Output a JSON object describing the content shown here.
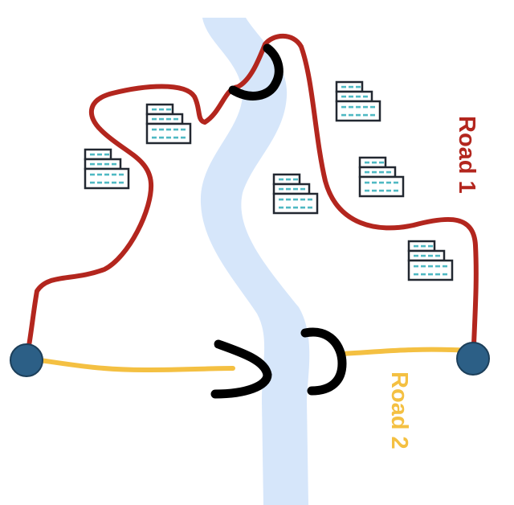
{
  "colors": {
    "background": "#ffffff",
    "river": "#d6e6fa",
    "road1": "#b3261e",
    "road2": "#f4c042",
    "bridge": "#000000",
    "endpoint": "#2c5f86",
    "endpoint_stroke": "#1c3f5a",
    "building_fill": "#ffffff",
    "building_stroke": "#222831",
    "building_windows": "#4fb9c3"
  },
  "labels": {
    "road1": "Road 1",
    "road2": "Road 2"
  },
  "elements": {
    "river": "river",
    "buildings": "building-icon",
    "bridges": "bridge",
    "endpoints": "endpoint-node"
  }
}
